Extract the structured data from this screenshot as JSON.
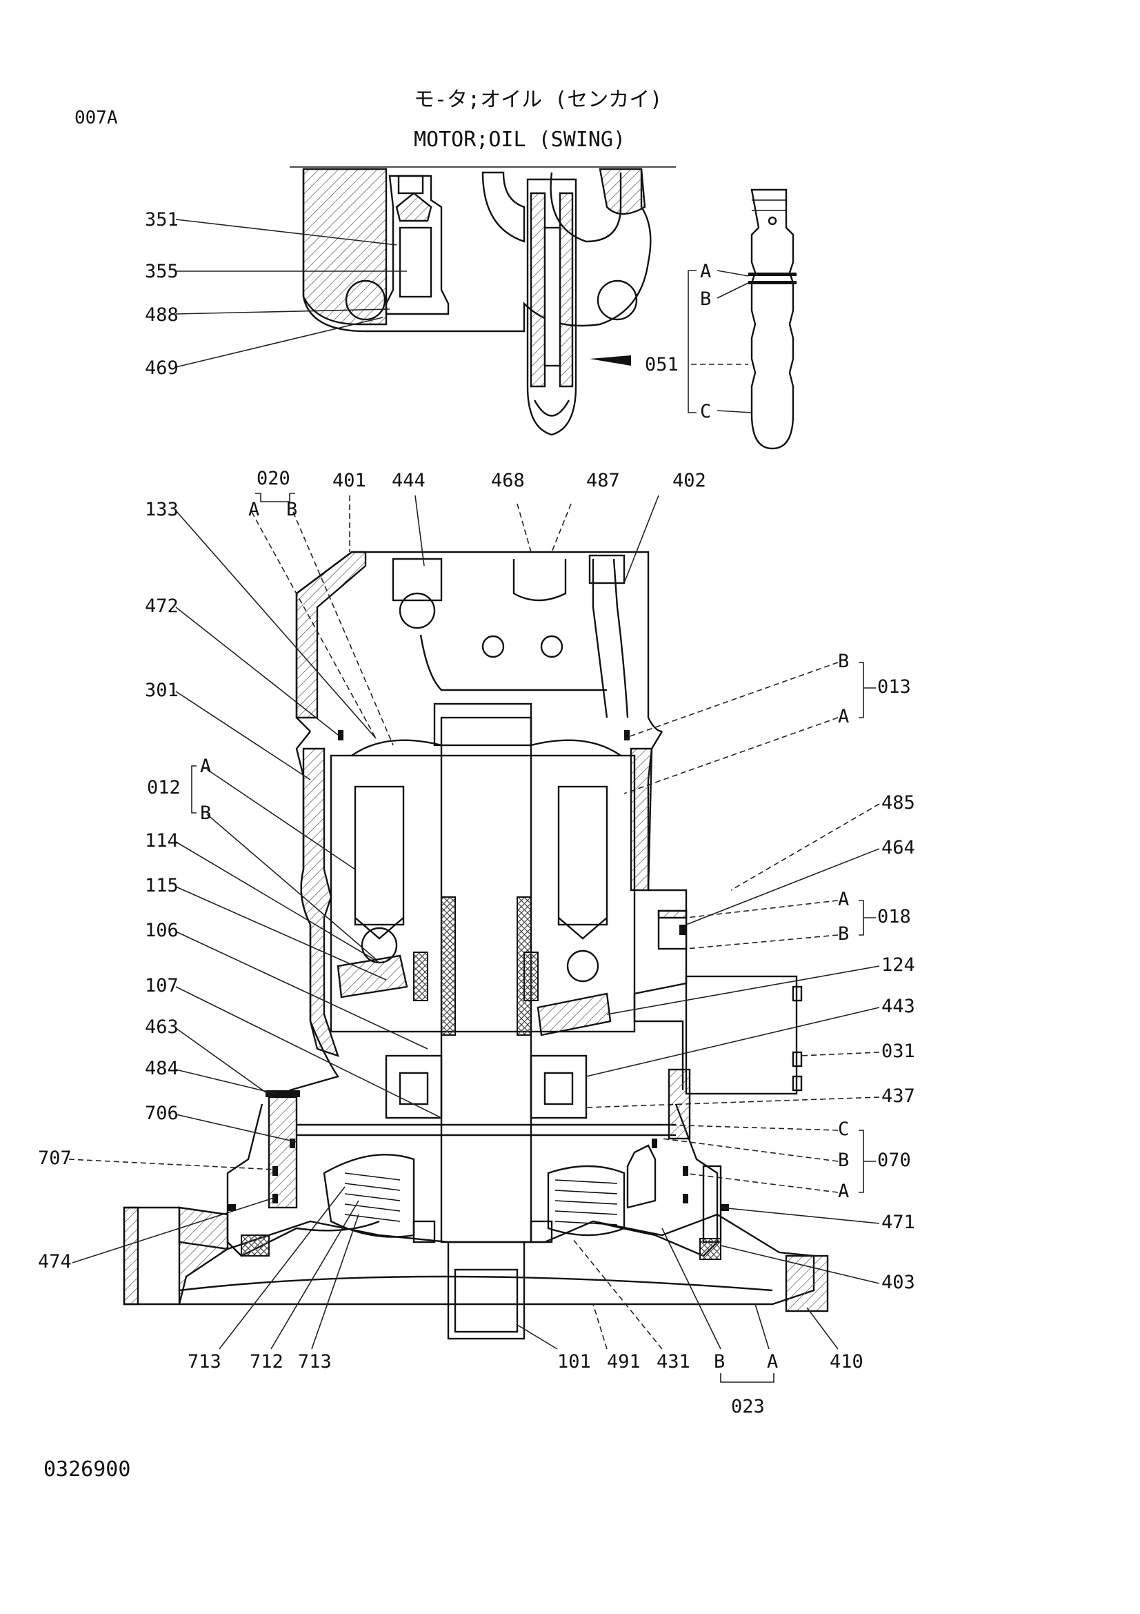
{
  "page_code": "007A",
  "title_jp": "モ-タ;オイル (センカイ)",
  "title_en": "MOTOR;OIL (SWING)",
  "drawing_number": "0326900",
  "callouts": [
    "351",
    "355",
    "488",
    "469",
    "051",
    "A",
    "B",
    "C",
    "020",
    "A",
    "B",
    "401",
    "444",
    "468",
    "487",
    "402",
    "133",
    "472",
    "301",
    "012",
    "A",
    "B",
    "114",
    "115",
    "106",
    "107",
    "463",
    "484",
    "706",
    "707",
    "474",
    "B",
    "013",
    "A",
    "485",
    "464",
    "A",
    "018",
    "B",
    "124",
    "443",
    "031",
    "437",
    "C",
    "B",
    "070",
    "A",
    "471",
    "403",
    "713",
    "712",
    "713",
    "101",
    "491",
    "431",
    "B",
    "A",
    "410",
    "023"
  ]
}
